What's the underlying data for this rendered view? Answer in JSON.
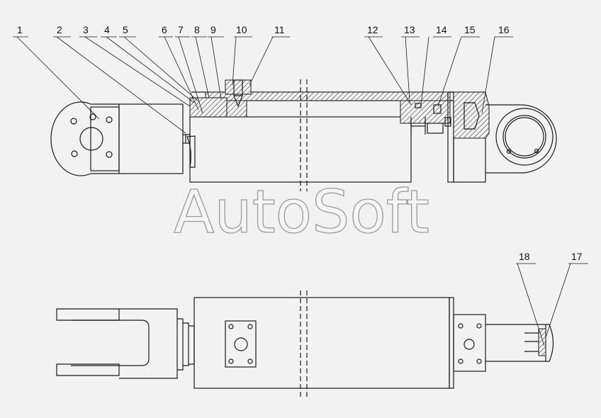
{
  "watermark": "AutoSoft",
  "callouts": [
    {
      "id": "1"
    },
    {
      "id": "2"
    },
    {
      "id": "3"
    },
    {
      "id": "4"
    },
    {
      "id": "5"
    },
    {
      "id": "6"
    },
    {
      "id": "7"
    },
    {
      "id": "8"
    },
    {
      "id": "9"
    },
    {
      "id": "10"
    },
    {
      "id": "11"
    },
    {
      "id": "12"
    },
    {
      "id": "13"
    },
    {
      "id": "14"
    },
    {
      "id": "15"
    },
    {
      "id": "16"
    },
    {
      "id": "17"
    },
    {
      "id": "18"
    }
  ]
}
